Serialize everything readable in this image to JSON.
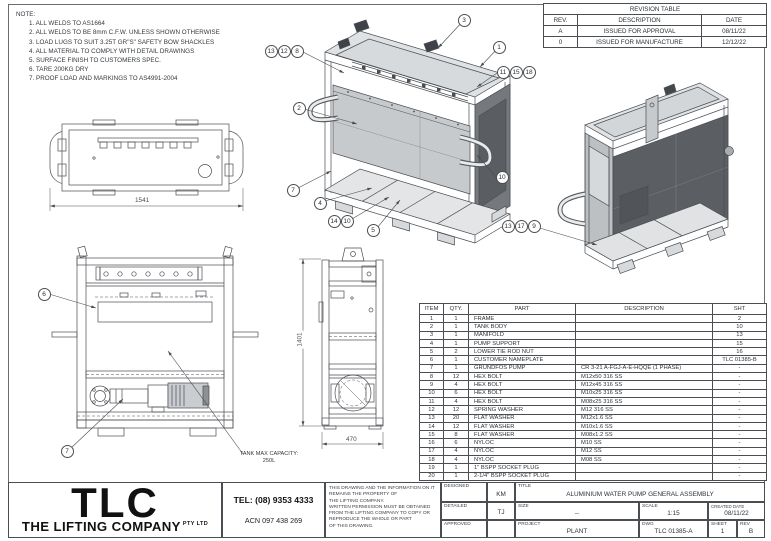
{
  "notes": {
    "heading": "NOTE:",
    "items": [
      "1. ALL WELDS TO AS1664",
      "2. ALL WELDS TO BE 8mm C.F.W. UNLESS SHOWN OTHERWISE",
      "3. LOAD LUGS TO SUIT 3.25T GR\"S\" SAFETY BOW SHACKLES",
      "4. ALL MATERIAL TO COMPLY WITH DETAIL DRAWINGS",
      "5. SURFACE FINISH TO CUSTOMERS SPEC.",
      "6. TARE 200KG DRY",
      "7. PROOF LOAD AND MARKINGS TO AS4991-2004"
    ]
  },
  "revision_table": {
    "title": "REVISION TABLE",
    "headers": [
      "REV.",
      "DESCRIPTION",
      "DATE"
    ],
    "rows": [
      {
        "rev": "A",
        "description": "ISSUED FOR APPROVAL",
        "date": "08/11/22"
      },
      {
        "rev": "0",
        "description": "ISSUED FOR MANUFACTURE",
        "date": "12/12/22"
      }
    ]
  },
  "bom": {
    "headers": [
      "ITEM",
      "QTY.",
      "PART",
      "DESCRIPTION",
      "SHT"
    ],
    "rows": [
      {
        "item": "1",
        "qty": "1",
        "part": "FRAME",
        "description": "",
        "sht": "2"
      },
      {
        "item": "2",
        "qty": "1",
        "part": "TANK BODY",
        "description": "",
        "sht": "10"
      },
      {
        "item": "3",
        "qty": "1",
        "part": "MANIFOLD",
        "description": "",
        "sht": "13"
      },
      {
        "item": "4",
        "qty": "1",
        "part": "PUMP SUPPORT",
        "description": "",
        "sht": "15"
      },
      {
        "item": "5",
        "qty": "2",
        "part": "LOWER TIE ROD NUT",
        "description": "",
        "sht": "16"
      },
      {
        "item": "6",
        "qty": "1",
        "part": "CUSTOMER NAMEPLATE",
        "description": "",
        "sht": "TLC 01385-B"
      },
      {
        "item": "7",
        "qty": "1",
        "part": "GRUNDFOS PUMP",
        "description": "CR 3-21 A-FGJ-A-E-HQQE (1 PHASE)",
        "sht": "-"
      },
      {
        "item": "8",
        "qty": "12",
        "part": "HEX BOLT",
        "description": "M12x50 316 SS",
        "sht": "-"
      },
      {
        "item": "9",
        "qty": "4",
        "part": "HEX BOLT",
        "description": "M12x45 316 SS",
        "sht": "-"
      },
      {
        "item": "10",
        "qty": "6",
        "part": "HEX BOLT",
        "description": "M10x25 316 SS",
        "sht": "-"
      },
      {
        "item": "11",
        "qty": "4",
        "part": "HEX BOLT",
        "description": "M08x25 316 SS",
        "sht": "-"
      },
      {
        "item": "12",
        "qty": "12",
        "part": "SPRING WASHER",
        "description": "M12 316 SS",
        "sht": "-"
      },
      {
        "item": "13",
        "qty": "20",
        "part": "FLAT WASHER",
        "description": "M12x1.6 SS",
        "sht": "-"
      },
      {
        "item": "14",
        "qty": "12",
        "part": "FLAT WASHER",
        "description": "M10x1.6 SS",
        "sht": "-"
      },
      {
        "item": "15",
        "qty": "8",
        "part": "FLAT WASHER",
        "description": "M08x1.2 SS",
        "sht": "-"
      },
      {
        "item": "16",
        "qty": "6",
        "part": "NYLOC",
        "description": "M10 SS",
        "sht": "-"
      },
      {
        "item": "17",
        "qty": "4",
        "part": "NYLOC",
        "description": "M12 SS",
        "sht": "-"
      },
      {
        "item": "18",
        "qty": "4",
        "part": "NYLOC",
        "description": "M08 SS",
        "sht": "-"
      },
      {
        "item": "19",
        "qty": "1",
        "part": "1\" BSPP SOCKET PLUG",
        "description": "",
        "sht": "-"
      },
      {
        "item": "20",
        "qty": "1",
        "part": "2-1/4\" BSPP SOCKET PLUG",
        "description": "",
        "sht": "-"
      }
    ]
  },
  "callouts": {
    "main": [
      "3",
      "1",
      "13",
      "12",
      "8",
      "11",
      "15",
      "18",
      "2",
      "10",
      "7",
      "4",
      "14",
      "10",
      "5"
    ],
    "right": [
      "13",
      "17",
      "9"
    ],
    "front": [
      "6",
      "7"
    ]
  },
  "dimensions": {
    "plan_width": "1541",
    "side_height": "1401",
    "side_width": "470"
  },
  "tank_note": {
    "line1": "TANK MAX CAPACITY:",
    "line2": "250L"
  },
  "title_block": {
    "logo": "TLC",
    "company": "THE LIFTING COMPANY",
    "company_suffix": "PTY LTD",
    "tel": "TEL: (08) 9353 4333",
    "acn": "ACN 097 438 269",
    "disclaimer_lines": [
      "THIS DRAWING AND THE INFORMATION ON IT",
      "REMAINS THE PROPERTY OF",
      "THE LIFTING COMPANY.",
      "WRITTEN PERMISSION MUST BE OBTAINED",
      "FROM THE LIFTING COMPANY TO COPY OR",
      "REPRODUCE THE WHOLE OR PART",
      "OF THIS DRAWING."
    ],
    "designed_label": "DESIGNED",
    "designed_value": "KM",
    "detailed_label": "DETAILED",
    "detailed_value": "TJ",
    "approved_label": "APPROVED",
    "approved_value": "",
    "title_label": "TITLE",
    "title_value": "ALUMINIUM WATER PUMP GENERAL ASSEMBLY",
    "size_label": "SIZE",
    "size_value": "--",
    "scale_label": "SCALE",
    "scale_value": "1:15",
    "created_label": "CREATED DATE",
    "created_value": "08/11/22",
    "project_label": "PROJECT",
    "project_value": "PLANT",
    "dwg_label": "DWG",
    "dwg_value": "TLC 01385-A",
    "sheet_label": "SHEET",
    "sheet_value": "1",
    "rev_label": "REV",
    "rev_value": "B"
  }
}
